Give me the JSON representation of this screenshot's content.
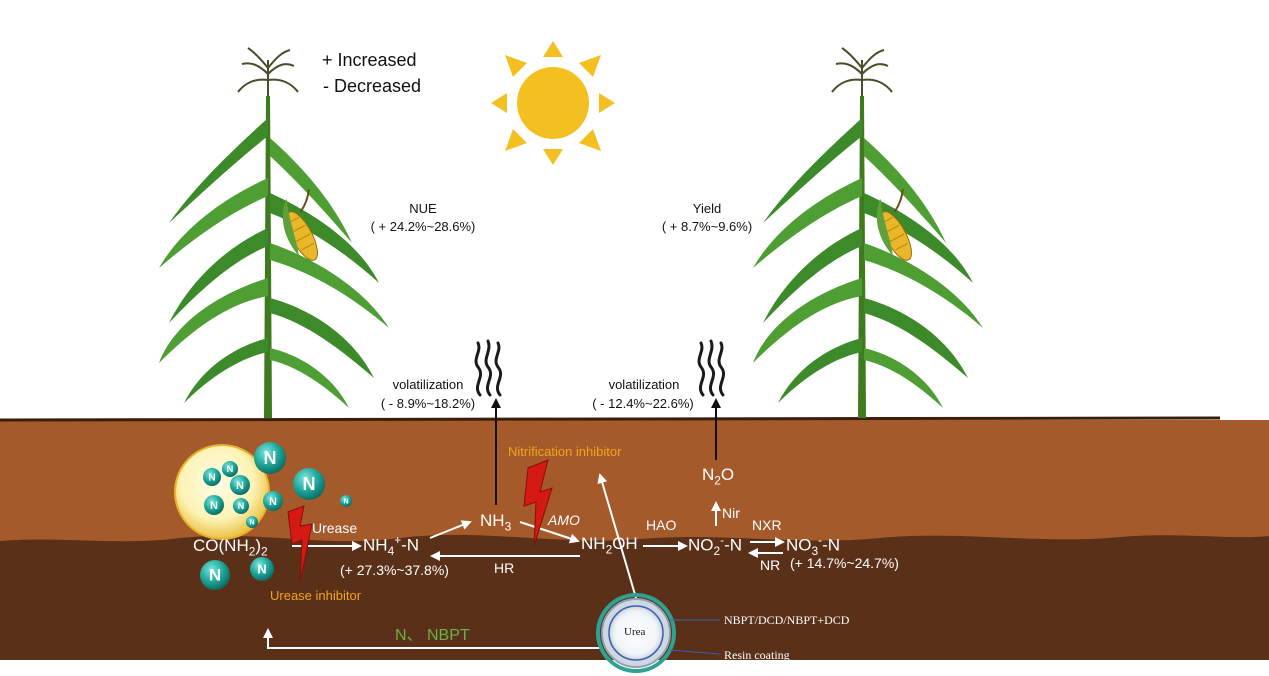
{
  "legend": {
    "increased": "+  Increased",
    "decreased": "-  Decreased"
  },
  "metrics": {
    "nue_label": "NUE",
    "nue_value": "( + 24.2%~28.6%)",
    "yield_label": "Yield",
    "yield_value": "( + 8.7%~9.6%)",
    "volat_left_label": "volatilization",
    "volat_left_value": "( - 8.9%~18.2%)",
    "volat_right_label": "volatilization",
    "volat_right_value": "( - 12.4%~22.6%)"
  },
  "process": {
    "urea_formula": "CO(NH2)2",
    "urease": "Urease",
    "ammonium": "NH4+-N",
    "ammonium_change": "(+ 27.3%~37.8%)",
    "ammonia": "NH3",
    "amo": "AMO",
    "hydroxylamine": "NH2OH",
    "hao": "HAO",
    "hr": "HR",
    "nitrite": "NO2--N",
    "nitrous_oxide": "N2O",
    "nir": "Nir",
    "nxr": "NXR",
    "nr": "NR",
    "nitrate": "NO3--N",
    "nitrate_change": "(+ 14.7%~24.7%)"
  },
  "inhibitors": {
    "nitrification": "Nitrification inhibitor",
    "urease": "Urease inhibitor",
    "release_label": "N、 NBPT"
  },
  "granule": {
    "center_label": "Urea",
    "coating_label": "NBPT/DCD/NBPT+DCD",
    "resin_label": "Resin coating"
  },
  "nutrient_symbol": "N",
  "colors": {
    "topsoil": "#a55a2c",
    "subsoil": "#5a3018",
    "sun": "#f4c021",
    "leaf": "#3c8a2a",
    "inhibitor_orange": "#f3a51a",
    "nutrient_teal": "#1fa89b",
    "release_green": "#6ab04c",
    "bolt_red": "#d41a12"
  },
  "icons": [
    "sun-icon",
    "corn-plant-icon",
    "steam-icon",
    "lightning-icon",
    "urea-granule-icon"
  ]
}
